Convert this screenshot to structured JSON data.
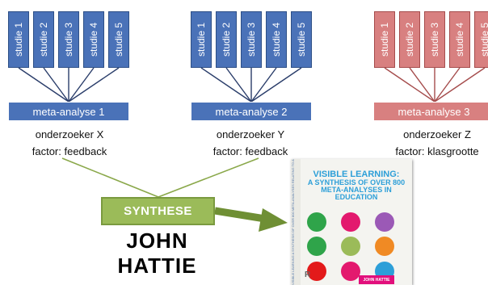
{
  "diagram": {
    "groups": [
      {
        "studies": [
          "studie 1",
          "studie 2",
          "studie 3",
          "studie 4",
          "studie 5"
        ],
        "meta_label": "meta-analyse 1",
        "researcher": "onderzoeker  X",
        "factor": "factor: feedback",
        "color": "#4a72b8"
      },
      {
        "studies": [
          "studie 1",
          "studie 2",
          "studie 3",
          "studie 4",
          "studie 5"
        ],
        "meta_label": "meta-analyse 2",
        "researcher": "onderzoeker  Y",
        "factor": "factor: feedback",
        "color": "#4a72b8"
      },
      {
        "studies": [
          "studie 1",
          "studie 2",
          "studie 3",
          "studie 4",
          "studie 5"
        ],
        "meta_label": "meta-analyse 3",
        "researcher": "onderzoeker  Z",
        "factor": "factor: klasgrootte",
        "color": "#d88080"
      }
    ],
    "synthesis_label": "SYNTHESE",
    "synthesis_color": "#9bbb59",
    "author_line1": "JOHN",
    "author_line2": "HATTIE"
  },
  "book": {
    "title": "VISIBLE LEARNING:",
    "subtitle": "A SYNTHESIS OF OVER 800 META-ANALYSES IN EDUCATION",
    "spine_text": "VISIBLE LEARNING A SYNTHESIS OF OVER 800 META-ANALYSES RELATING TO ACHIEVEMENT",
    "author": "JOHN HATTIE",
    "publisher_logo": "R",
    "accent_color": "#2d9fd8",
    "circle_colors": [
      "#2fa44a",
      "#e3196e",
      "#9b59b6",
      "#2fa44a",
      "#9bbb59",
      "#f08a24",
      "#e31a1a",
      "#e3196e",
      "#2d9fd8"
    ]
  }
}
